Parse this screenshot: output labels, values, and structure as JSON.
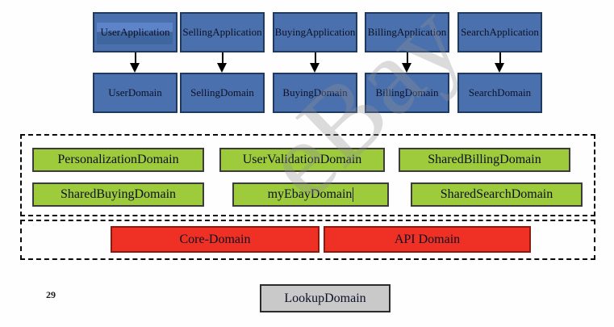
{
  "page_number": "29",
  "watermark": {
    "text": "eBay"
  },
  "colors": {
    "blue_fill": "#4A71AD",
    "blue_border": "#1F3A60",
    "blue_selection": "#5D84C8",
    "green_fill": "#9DCB3B",
    "red_fill": "#EE3124",
    "gray_fill": "#C9C9C9",
    "dashed_border": "#0A0A0A"
  },
  "application_row": [
    {
      "label": "UserApplication",
      "selected": true
    },
    {
      "label": "SellingApplication"
    },
    {
      "label": "BuyingApplication"
    },
    {
      "label": "BillingApplication"
    },
    {
      "label": "SearchApplication"
    }
  ],
  "domain_row": [
    {
      "label": "UserDomain"
    },
    {
      "label": "SellingDomain"
    },
    {
      "label": "BuyingDomain"
    },
    {
      "label": "BillingDomain"
    },
    {
      "label": "SearchDomain"
    }
  ],
  "shared_domains": {
    "row1": [
      {
        "label": "PersonalizationDomain"
      },
      {
        "label": "UserValidationDomain"
      },
      {
        "label": "SharedBillingDomain"
      }
    ],
    "row2": [
      {
        "label": "SharedBuyingDomain"
      },
      {
        "label": "myEbayDomain"
      },
      {
        "label": "SharedSearchDomain"
      }
    ]
  },
  "core_row": [
    {
      "label": "Core-Domain"
    },
    {
      "label": "API Domain"
    }
  ],
  "lookup": {
    "label": "LookupDomain"
  }
}
